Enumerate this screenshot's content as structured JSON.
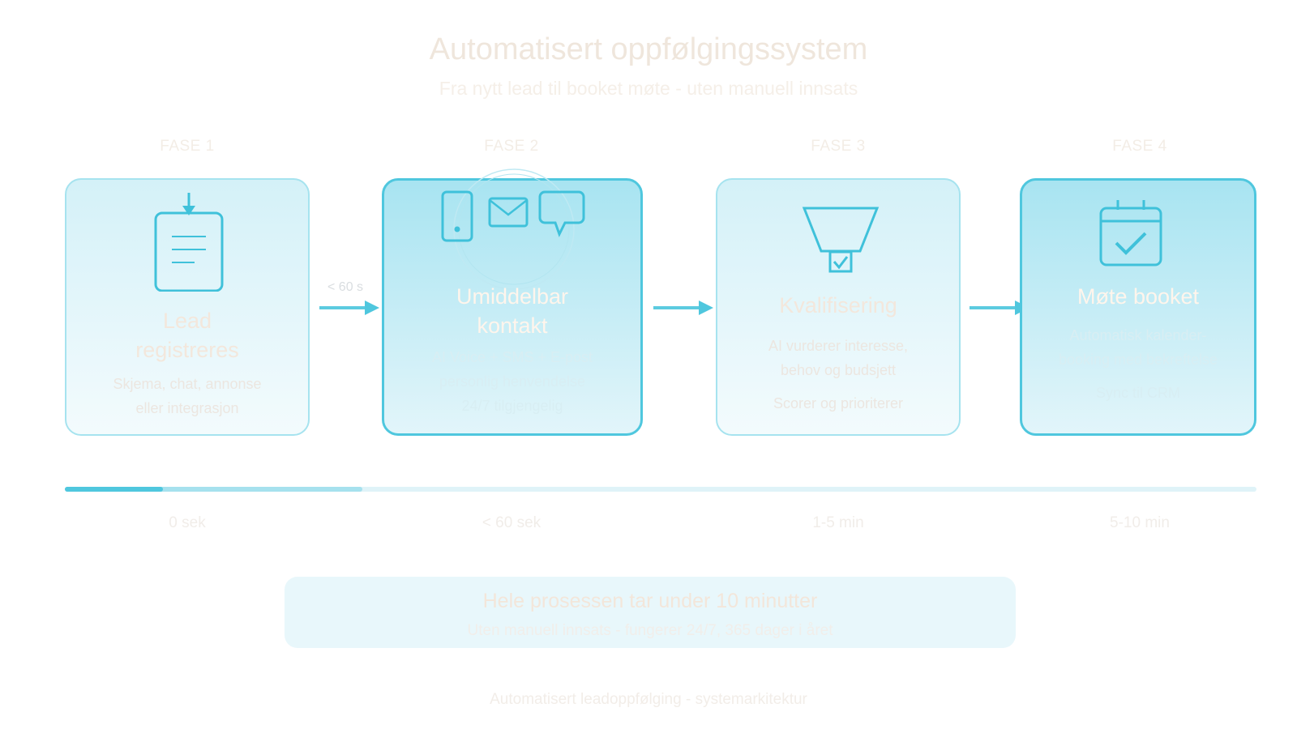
{
  "header": {
    "title": "Automatisert oppfølgingssystem",
    "subtitle": "Fra nytt lead til booket møte - uten manuell innsats"
  },
  "phases": [
    {
      "label": "FASE 1",
      "title_lines": [
        "Lead",
        "registreres"
      ],
      "desc_lines": [
        "Skjema, chat, annonse",
        "eller integrasjon"
      ],
      "extra": "",
      "icon": "clipboard-icon",
      "time": "0 sek"
    },
    {
      "label": "FASE 2",
      "title_lines": [
        "Umiddelbar",
        "kontakt"
      ],
      "desc_lines": [
        "AI Voice + SMS + E-post",
        "personlig henvendelse",
        "24/7 tilgjengelig"
      ],
      "extra": "",
      "icon": "multichannel-contact-icon",
      "time": "< 60 sek"
    },
    {
      "label": "FASE 3",
      "title_lines": [
        "Kvalifisering"
      ],
      "desc_lines": [
        "AI vurderer interesse,",
        "behov og budsjett"
      ],
      "extra": "Scorer og prioriterer",
      "icon": "funnel-icon",
      "time": "1-5 min"
    },
    {
      "label": "FASE 4",
      "title_lines": [
        "Møte booket"
      ],
      "desc_lines": [
        "Automatisk kalender-",
        "booking med bekreftelse"
      ],
      "extra": "Sync til CRM",
      "icon": "calendar-check-icon",
      "time": "5-10 min"
    }
  ],
  "arrow_label": "< 60 s",
  "progress": 0.082,
  "summary": {
    "title": "Hele prosessen tar under 10 minutter",
    "subtitle": "Uten manuell innsats - fungerer 24/7, 365 dager i året"
  },
  "footer": "Automatisert leadoppfølging - systemarkitektur",
  "colors": {
    "accent": "#4fc7de",
    "card_light": "#d4f1f8",
    "card_dark": "#a8e4f1"
  }
}
